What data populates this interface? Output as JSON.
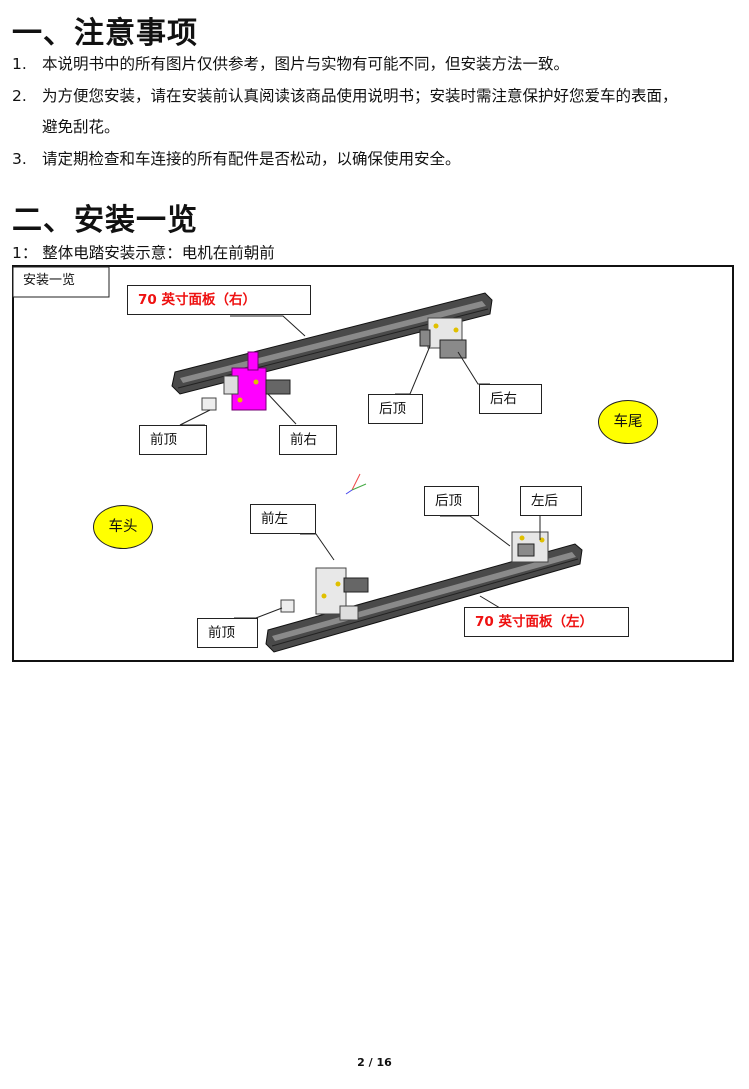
{
  "section1": {
    "title": "一、注意事项",
    "items": [
      {
        "num": "1.",
        "text": "本说明书中的所有图片仅供参考，图片与实物有可能不同，但安装方法一致。"
      },
      {
        "num": "2.",
        "text": "为方便您安装，请在安装前认真阅读该商品使用说明书；安装时需注意保护好您爱车的表面，",
        "cont": "避免刮花。"
      },
      {
        "num": "3.",
        "text": "请定期检查和车连接的所有配件是否松动，以确保使用安全。"
      }
    ]
  },
  "section2": {
    "title": "二、安装一览",
    "subtitle": "1：  整体电踏安装示意：电机在前朝前"
  },
  "diagram": {
    "frame_label": "安装一览",
    "callouts": {
      "panel_right": "70 英寸面板（右）",
      "front_top_upper": "前顶",
      "front_right": "前右",
      "rear_top_upper": "后顶",
      "rear_right": "后右",
      "rear_top_lower": "后顶",
      "left_rear": "左后",
      "front_left": "前左",
      "front_top_lower": "前顶",
      "panel_left": "70 英寸面板（左）"
    },
    "car_rear": "车尾",
    "car_head": "车头",
    "colors": {
      "highlight": "#ff00ff",
      "oval": "#ffff00",
      "red_text": "#ee1111"
    }
  },
  "footer": {
    "page": "2 / 16"
  }
}
